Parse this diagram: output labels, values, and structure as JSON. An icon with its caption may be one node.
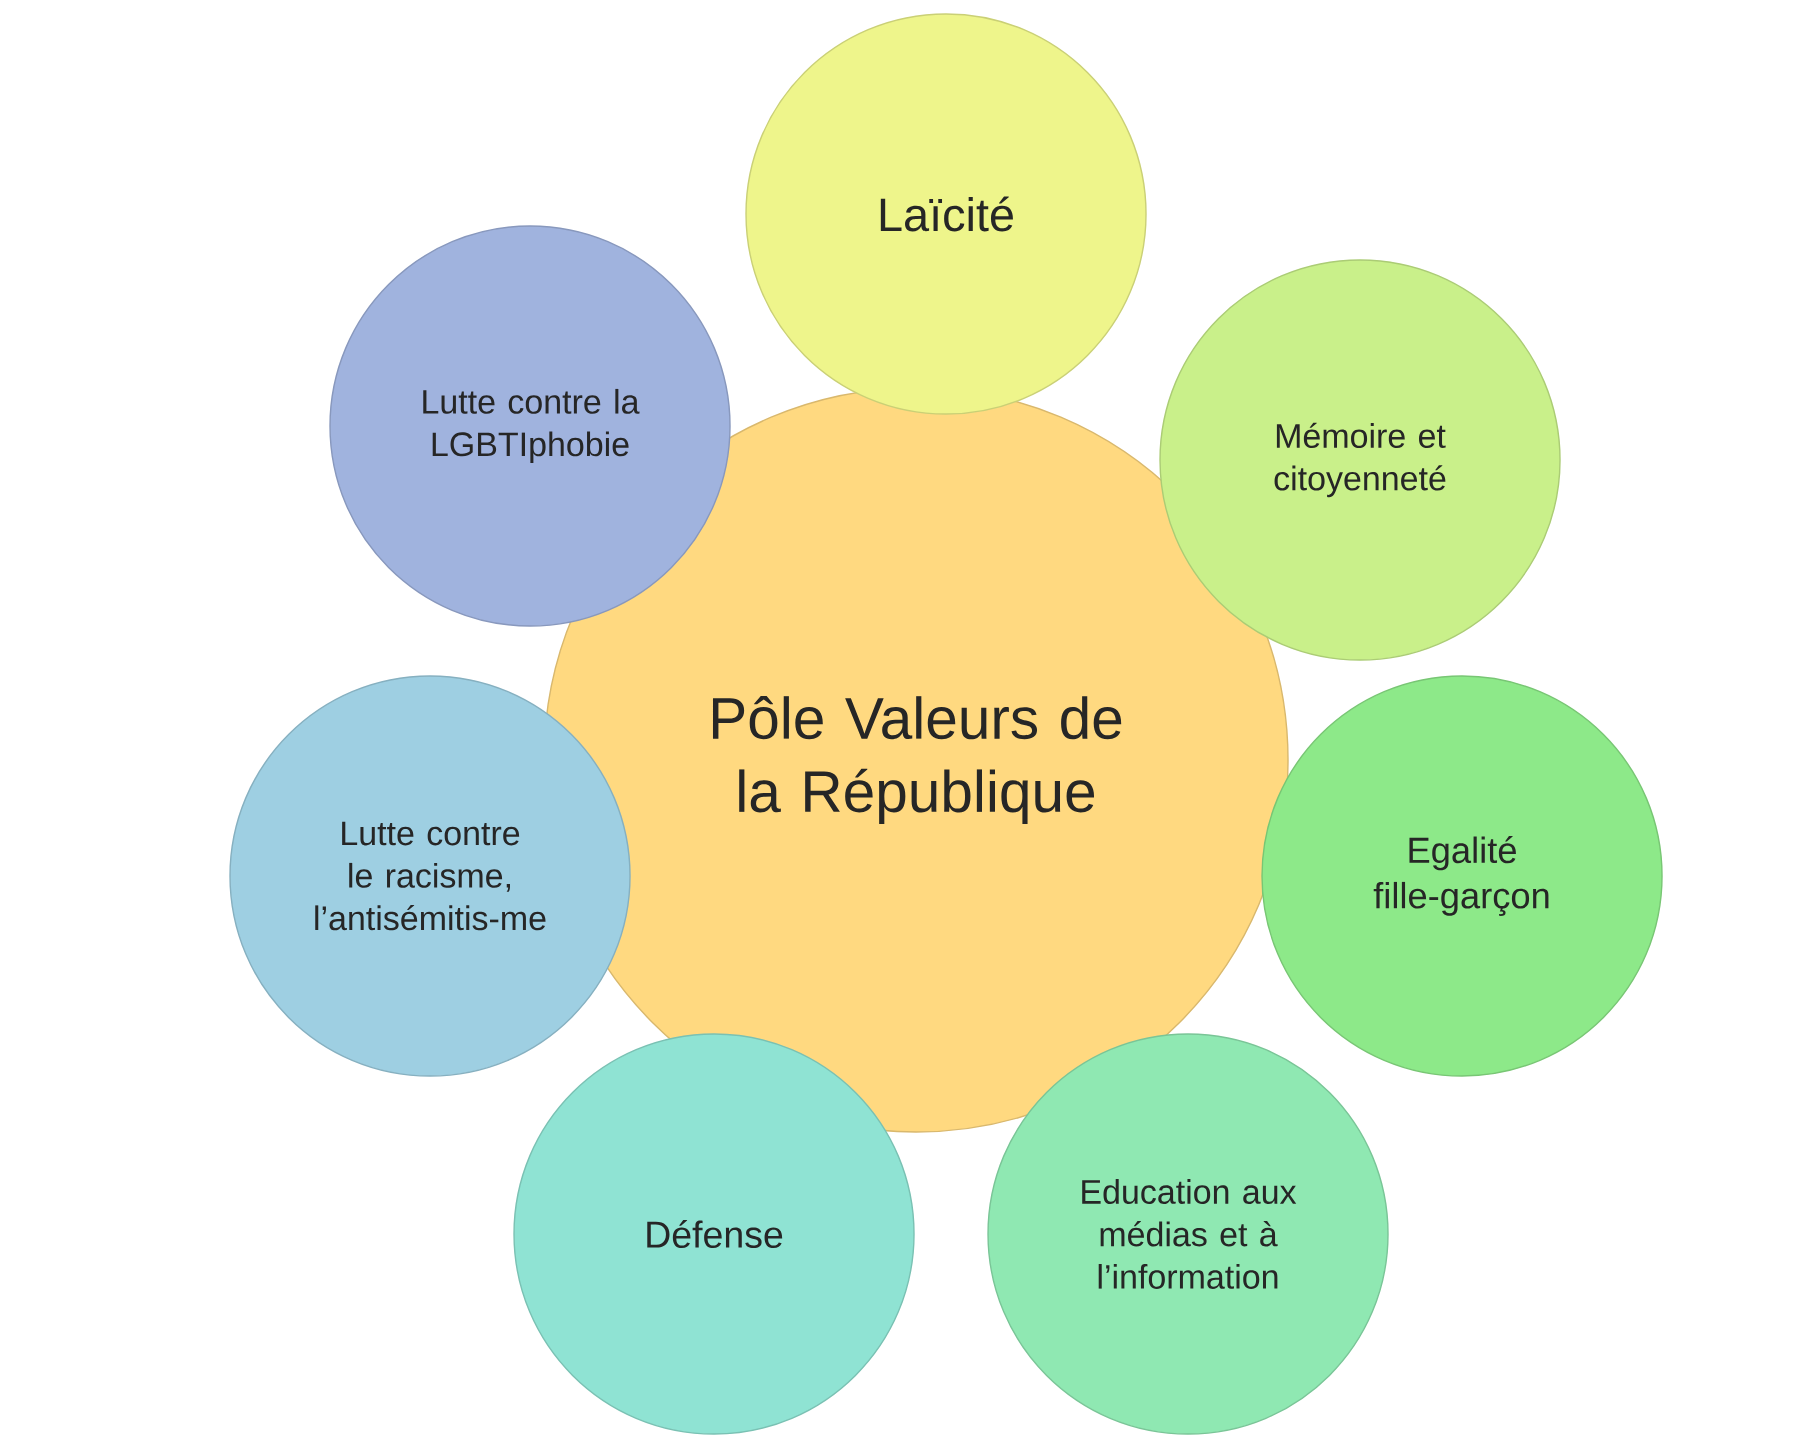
{
  "diagram": {
    "nodes": [
      {
        "text": [
          "Pôle Valeurs de la République"
        ]
      },
      {
        "text": [
          "Laïcité"
        ]
      },
      {
        "text": [
          "Mémoire et citoyenneté"
        ]
      },
      {
        "text": [
          "Egalité fille-garçon"
        ]
      },
      {
        "text": [
          "Education aux médias et à l’information"
        ]
      },
      {
        "text": [
          "Défense"
        ]
      },
      {
        "text": [
          "Lutte contre le racisme, l’antisémitis-me"
        ]
      },
      {
        "text": [
          "Lutte contre la LGBTIphobie"
        ]
      }
    ],
    "edges": []
  }
}
